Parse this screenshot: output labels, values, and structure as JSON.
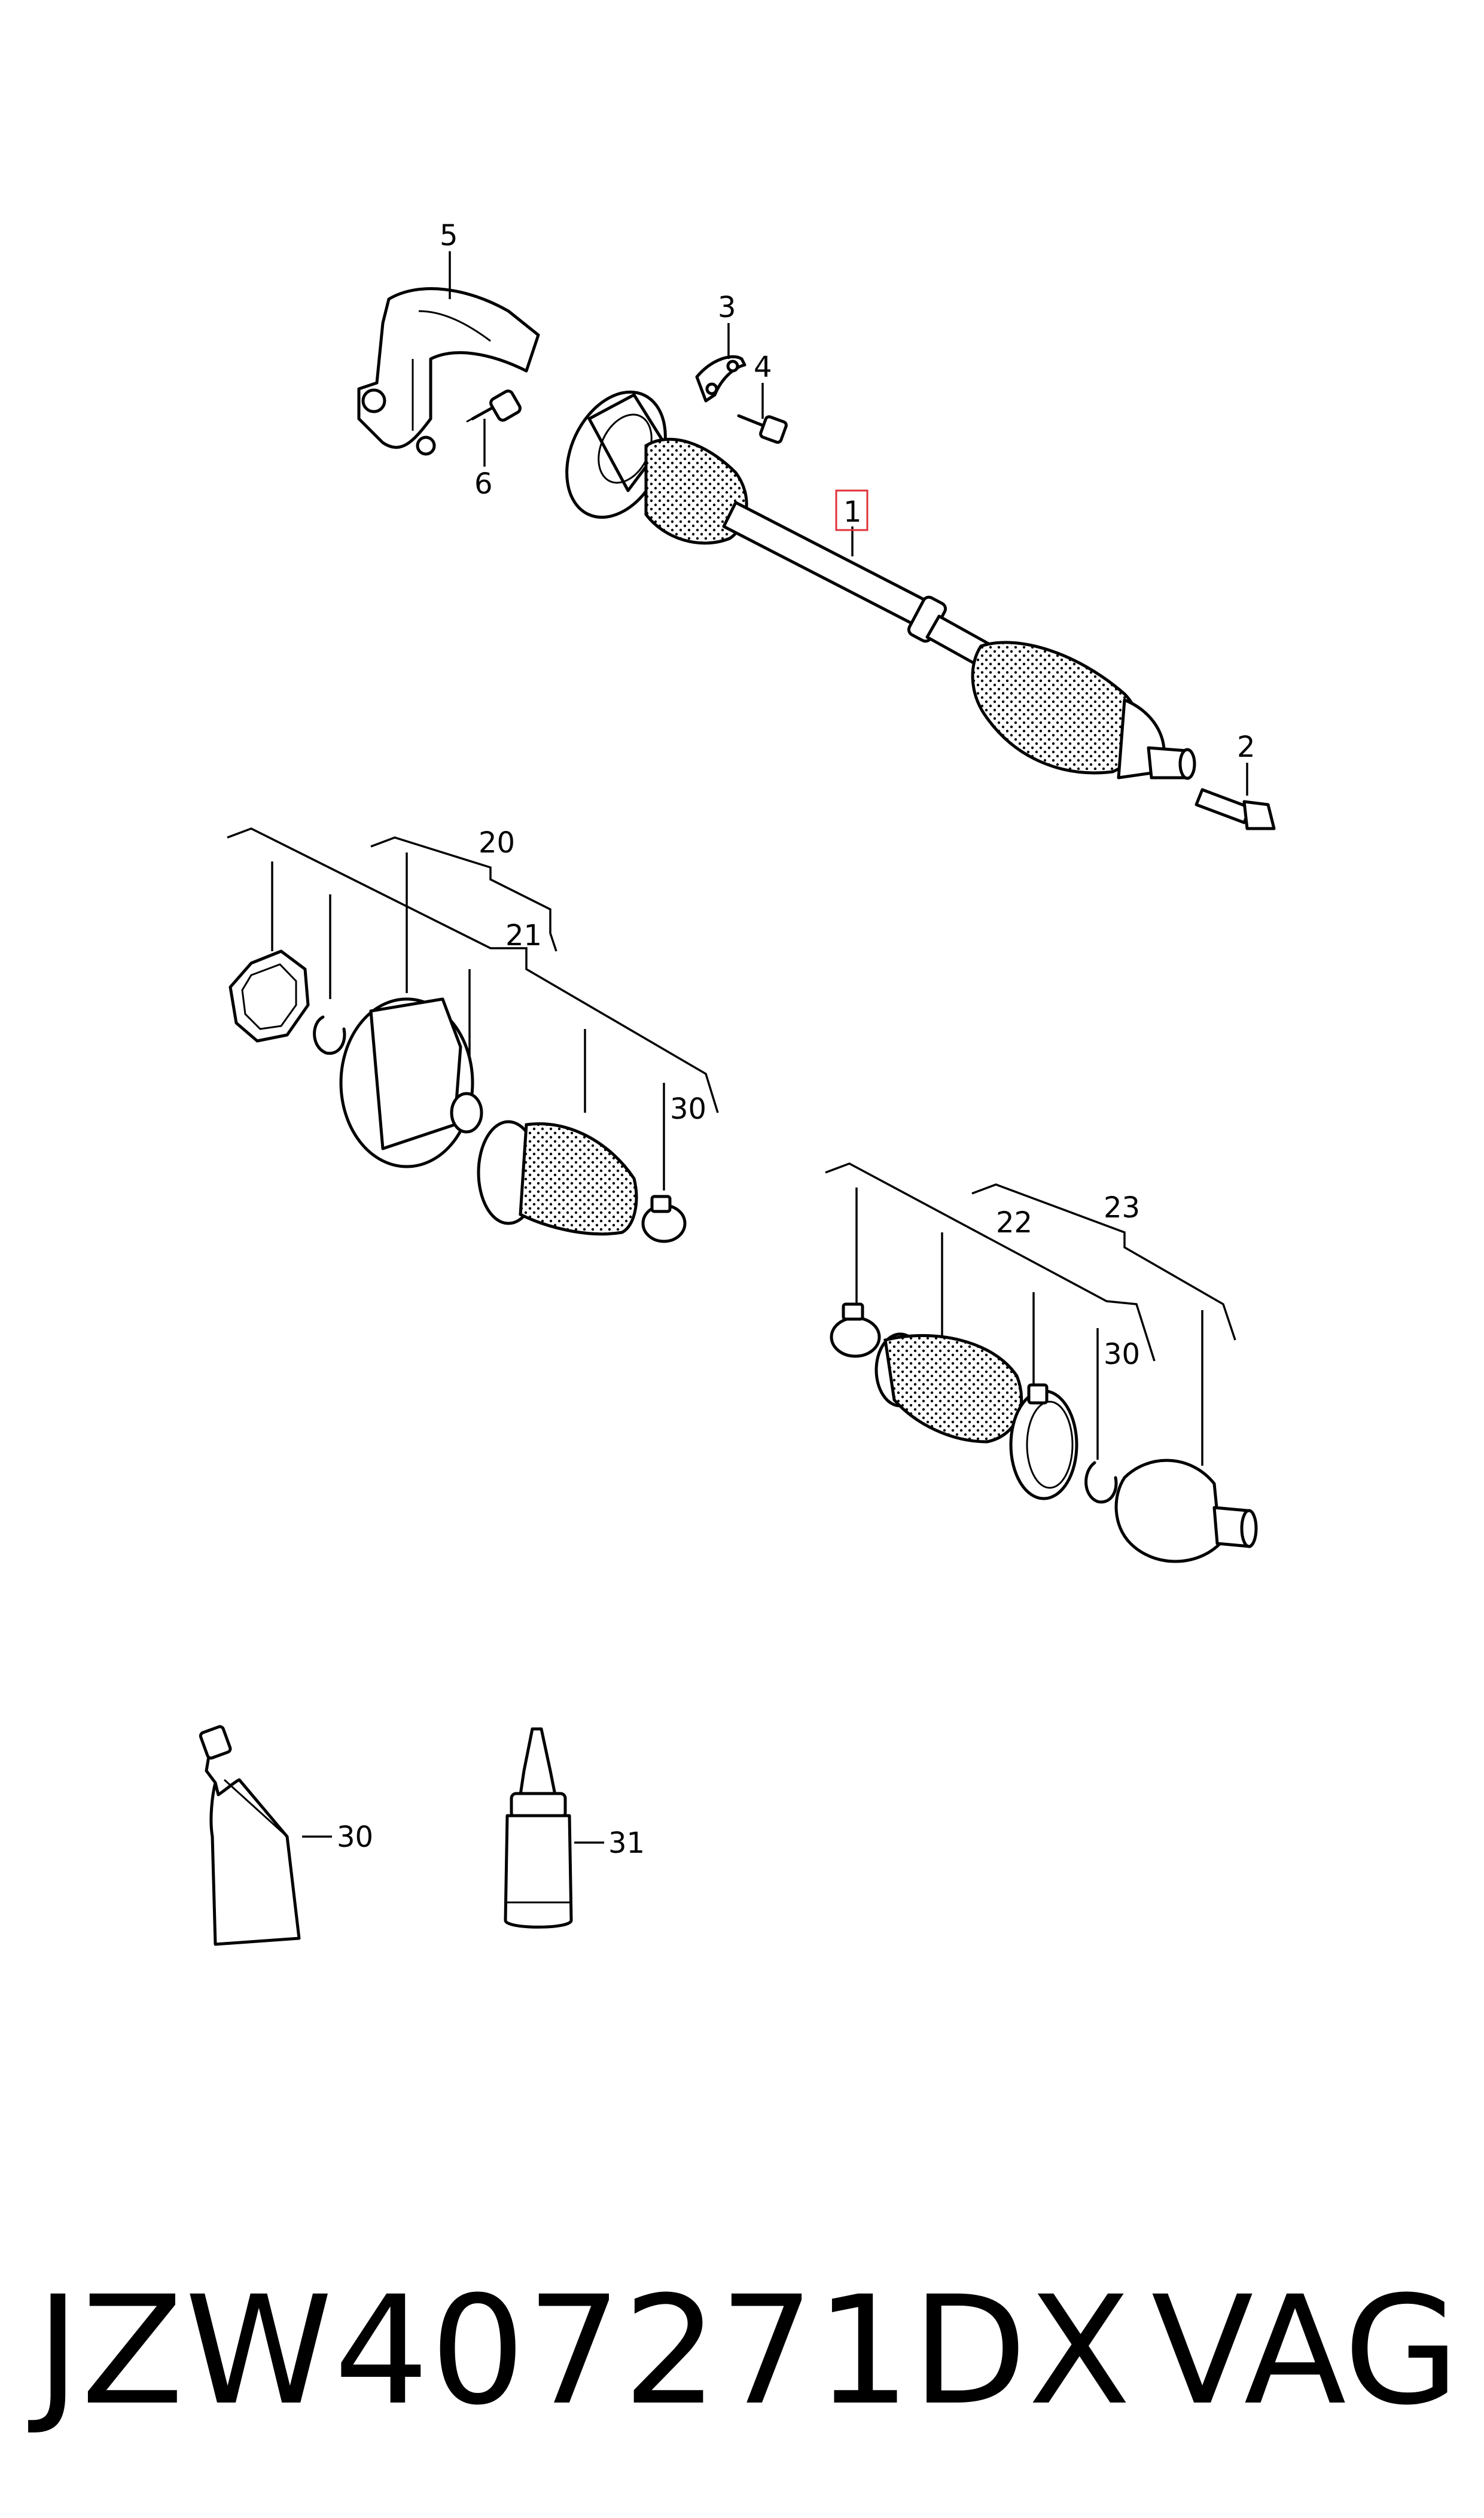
{
  "callouts": {
    "c1": "1",
    "c2": "2",
    "c3": "3",
    "c4": "4",
    "c5": "5",
    "c6": "6",
    "c20": "20",
    "c21": "21",
    "c30a": "30",
    "c22": "22",
    "c23": "23",
    "c30b": "30",
    "c30c": "30",
    "c31": "31"
  },
  "footer": {
    "part_number": "JZW407271DX",
    "brand": "VAG"
  },
  "colors": {
    "line": "#000000",
    "highlight_box": "#e0303a",
    "background": "#ffffff"
  }
}
